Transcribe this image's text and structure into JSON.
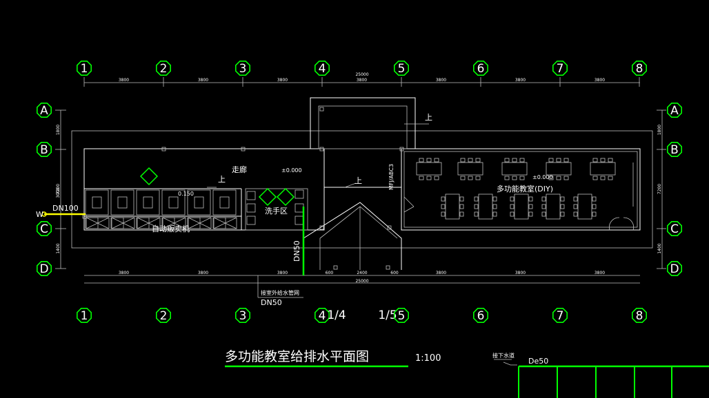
{
  "grid": {
    "numbers_top": [
      "1",
      "2",
      "3",
      "4",
      "5",
      "6",
      "7",
      "8"
    ],
    "numbers_bottom": [
      "1",
      "2",
      "3",
      "4",
      "1/4",
      "1/5",
      "5",
      "6",
      "7",
      "8"
    ],
    "letters": [
      "A",
      "B",
      "C",
      "D"
    ]
  },
  "dimensions": {
    "top_total": "25000",
    "top_spans": [
      "3800",
      "3800",
      "3800",
      "3800",
      "3800",
      "3800",
      "3800"
    ],
    "bottom_total": "25000",
    "bottom_spans": [
      "3800",
      "3800",
      "3800",
      "600",
      "2400",
      "600",
      "3800",
      "3800",
      "3800"
    ],
    "left": [
      "1800",
      "7200",
      "3000",
      "1400"
    ],
    "right": [
      "1800",
      "7200",
      "1400"
    ]
  },
  "rooms": {
    "corridor": "走廊",
    "multi_room": "多功能教室(DIY)",
    "wash": "洗手区",
    "vending": "自动贩卖机",
    "level_1": "±0.000",
    "level_2": "±0.000",
    "level_3": "0.150"
  },
  "annotations": {
    "up_1": "上",
    "up_2": "上",
    "up_3": "上",
    "pipe_w": "W",
    "dn100": "DN100",
    "dn50_vertical": "DN50",
    "dn50_bottom": "DN50",
    "outdoor_pipe": "接室外给水管网",
    "vertical_tag": "MFJ/ABC3",
    "legend_label": "接下水道",
    "de50": "De50"
  },
  "title": {
    "main": "多功能教室给排水平面图",
    "scale": "1:100"
  },
  "colors": {
    "background": "#000000",
    "grid_bubble": "#00ff00",
    "wall": "#ffffff",
    "water_supply": "#ffff00",
    "drain": "#00ff00"
  }
}
